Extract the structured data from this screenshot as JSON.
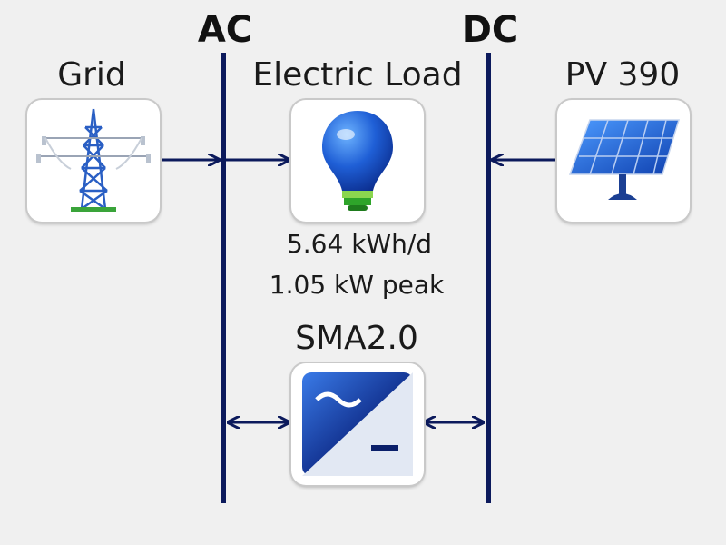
{
  "buses": {
    "ac_label": "AC",
    "dc_label": "DC"
  },
  "components": {
    "grid": {
      "name": "Grid",
      "icon": "transmission-tower-icon"
    },
    "load": {
      "name": "Electric Load",
      "icon": "light-bulb-icon",
      "energy": "5.64 kWh/d",
      "peak": "1.05 kW peak"
    },
    "pv": {
      "name": "PV 390",
      "icon": "solar-panel-icon"
    },
    "converter": {
      "name": "SMA2.0",
      "icon": "ac-dc-converter-icon"
    }
  },
  "colors": {
    "bus": "#0c1a5c",
    "tile_bg": "#ffffff",
    "background": "#f0f0f0",
    "icon_blue": "#1f5fd6",
    "icon_green": "#2ea42a"
  }
}
